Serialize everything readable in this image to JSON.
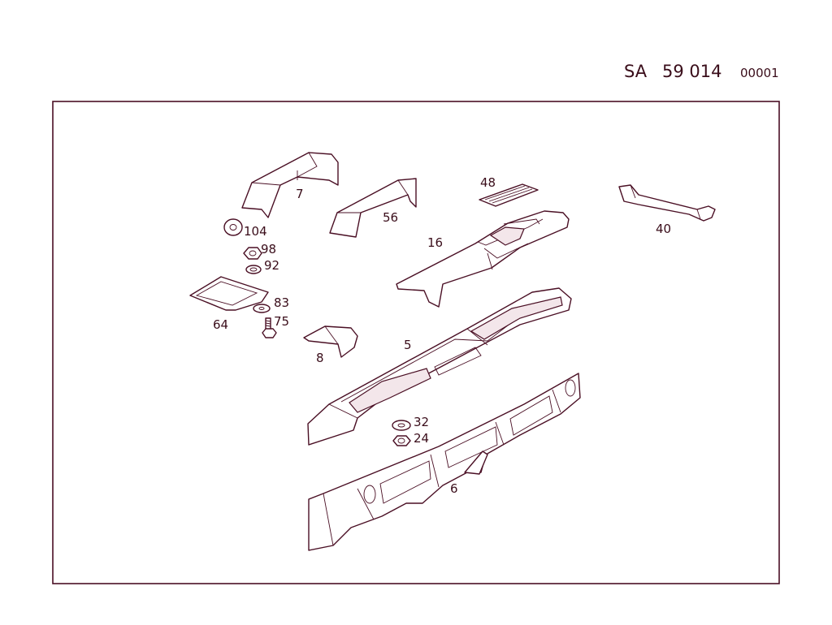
{
  "header": {
    "prefix": "SA",
    "number": "59 014",
    "code": "00001"
  },
  "parts": [
    {
      "id": "p7",
      "label": "7"
    },
    {
      "id": "p56",
      "label": "56"
    },
    {
      "id": "p48",
      "label": "48"
    },
    {
      "id": "p40",
      "label": "40"
    },
    {
      "id": "p104",
      "label": "104"
    },
    {
      "id": "p98",
      "label": "98"
    },
    {
      "id": "p92",
      "label": "92"
    },
    {
      "id": "p16",
      "label": "16"
    },
    {
      "id": "p83",
      "label": "83"
    },
    {
      "id": "p75",
      "label": "75"
    },
    {
      "id": "p64",
      "label": "64"
    },
    {
      "id": "p8",
      "label": "8"
    },
    {
      "id": "p5",
      "label": "5"
    },
    {
      "id": "p32",
      "label": "32"
    },
    {
      "id": "p24",
      "label": "24"
    },
    {
      "id": "p6",
      "label": "6"
    }
  ],
  "colors": {
    "line": "#4a0f24",
    "text": "#3a0d1a"
  }
}
